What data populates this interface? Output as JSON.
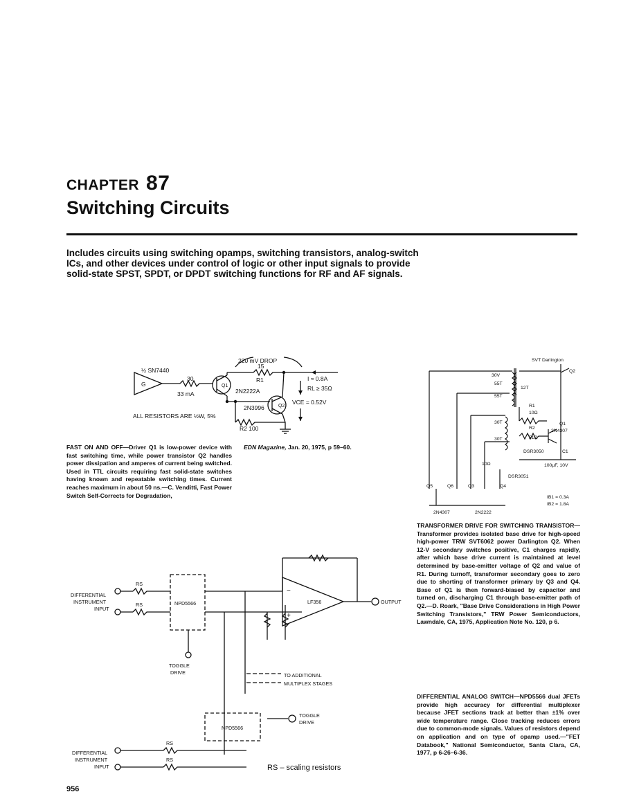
{
  "chapter": {
    "label": "CHAPTER",
    "number": "87",
    "title": "Switching Circuits"
  },
  "intro": "Includes circuits using switching opamps, switching transistors, analog-switch ICs, and other devices under control of logic or other input signals to provide solid-state SPST, SPDT, or DPDT switching functions for RF and AF signals.",
  "fig1": {
    "gate_label": "½ SN7440",
    "gate_symbol": "G",
    "r_in": "30",
    "current_in": "33 mA",
    "drop": "220 mV DROP",
    "r1_value": "15",
    "r1_label": "R1",
    "q1_label": "Q1",
    "q1_part": "2N2222A",
    "q2_label": "Q2",
    "q2_part": "2N3996",
    "current": "I ≈ 0.8A",
    "load": "RL ≥ 35Ω",
    "vce": "VCE = 0.52V",
    "r2": "R2 100",
    "note": "ALL RESISTORS ARE ½W, 5%"
  },
  "fig2": {
    "label_30v": "30V",
    "t55a": "55T",
    "t55b": "55T",
    "t12": "12T",
    "t30a": "30T",
    "t30b": "30T",
    "svt": "SVT Darlington",
    "q2": "Q2",
    "r1": "R1",
    "r1v": "10Ω",
    "r2": "R2",
    "r2v": "51Ω",
    "q1": "Q1",
    "q1p": "2N4307",
    "dsr3050": "DSR3050",
    "c1": "C1",
    "c1v": "100µF, 10V",
    "r10": "10Ω",
    "dsr3051": "DSR3051",
    "q5": "Q5",
    "q6": "Q6",
    "q3": "Q3",
    "q4": "Q4",
    "p1": "2N4307",
    "p2": "2N2222",
    "ib1": "IB1 = 0.3A",
    "ib2": "IB2 = 1.8A"
  },
  "fig3": {
    "rs": "RS",
    "diff_input": [
      "DIFFERENTIAL",
      "INSTRUMENT",
      "INPUT"
    ],
    "npd": "NPD5566",
    "lf356": "LF356",
    "minus": "−",
    "plus": "+",
    "output": "OUTPUT",
    "toggle": [
      "TOGGLE",
      "DRIVE"
    ],
    "to_additional": "TO ADDITIONAL",
    "multiplex": "MULTIPLEX STAGES",
    "rs_note": "RS – scaling resistors"
  },
  "captions": {
    "c1_head": "FAST ON AND OFF—",
    "c1_a": "Driver Q1 is low-power device with fast switching time, while power transistor Q2 handles power dissipation and amperes of current being switched. Used in TTL circuits requiring fast solid-state switches having known and repeatable switching times. Current reaches maximum in about 50 ns.—C. Venditti, Fast Power Switch Self-Corrects for Degradation, ",
    "c1_src": "EDN Magazine,",
    "c1_b": " Jan. 20, 1975, p 59–60.",
    "c3_head": "TRANSFORMER DRIVE FOR SWITCHING TRANSISTOR—",
    "c3_body": "Transformer provides isolated base drive for high-speed high-power TRW SVT6062 power Darlington Q2. When 12-V secondary switches positive, C1 charges rapidly, after which base drive current is maintained at level determined by base-emitter voltage of Q2 and value of R1. During turnoff, transformer secondary goes to zero due to shorting of transformer primary by Q3 and Q4. Base of Q1 is then forward-biased by capacitor and turned on, discharging C1 through base-emitter path of Q2.—D. Roark, \"Base Drive Considerations in High Power Switching Transistors,\" TRW Power Semiconductors, Lawndale, CA, 1975, Application Note No. 120, p 6.",
    "c4_head": "DIFFERENTIAL ANALOG SWITCH—",
    "c4_body": "NPD5566 dual JFETs provide high accuracy for differential multiplexer because JFET sections track at better than ±1% over wide temperature range. Close tracking reduces errors due to common-mode signals. Values of resistors depend on application and on type of opamp used.—\"FET Databook,\" National Semiconductor, Santa Clara, CA, 1977, p 6-26–6-36."
  },
  "page_number": "956"
}
